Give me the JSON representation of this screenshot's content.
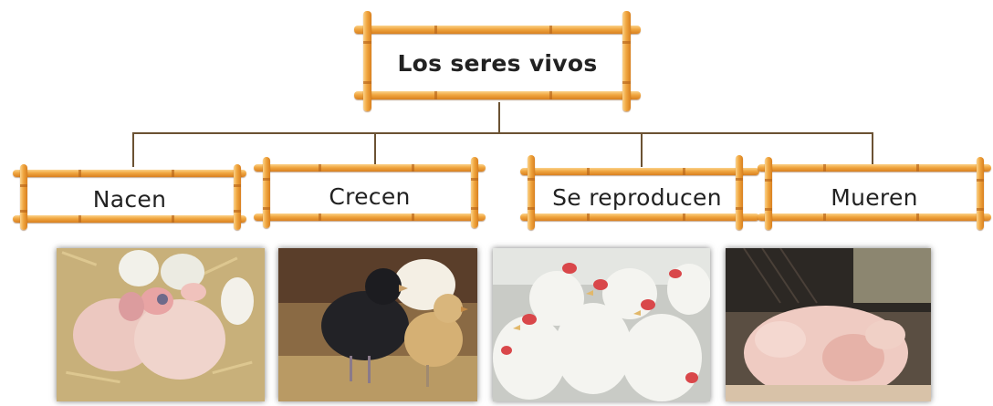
{
  "root": {
    "label": "Los seres vivos"
  },
  "stages": [
    {
      "label": "Nacen",
      "photo": "pink newborn chicks beside eggs"
    },
    {
      "label": "Crecen",
      "photo": "black and yellow chicks on straw"
    },
    {
      "label": "Se reproducen",
      "photo": "flock of white hens"
    },
    {
      "label": "Mueren",
      "photo": "plucked chicken on a counter"
    }
  ],
  "colors": {
    "bamboo": "#f0a640",
    "bamboo_dark": "#d9801f",
    "connector": "#6b5233"
  }
}
